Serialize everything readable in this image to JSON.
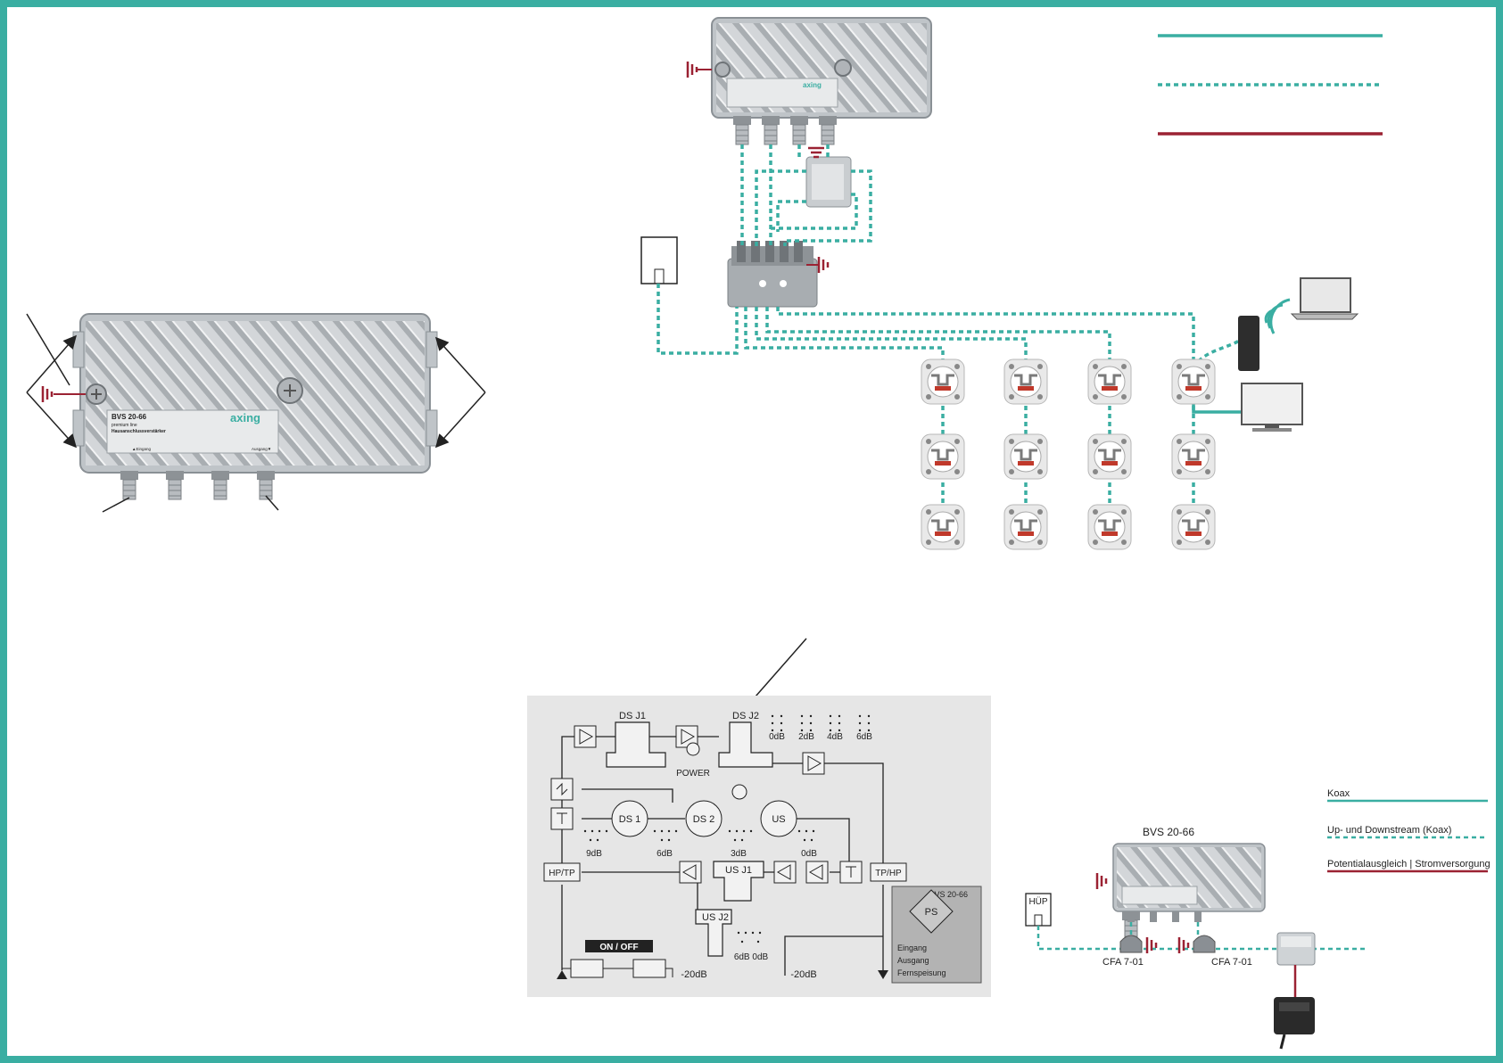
{
  "colors": {
    "border": "#3aaea2",
    "koax": "#3aaea2",
    "power": "#9b2233",
    "housing": "#cfd3d6",
    "diagram_bg": "#e6e6e6",
    "ps_box": "#b3b3b3"
  },
  "amplifier": {
    "model": "BVS 20-66",
    "subtitle": "premium line",
    "type_text": "Hausanschlussverstärker",
    "brand": "axing",
    "port_label_left": "▲Eingang",
    "port_label_right": "Ausgang▼"
  },
  "block_diagram": {
    "ds_j1": "DS J1",
    "ds_j2": "DS J2",
    "power_led": "POWER",
    "ds1": "DS 1",
    "ds2": "DS 2",
    "us": "US",
    "hp_tp": "HP/TP",
    "tp_hp": "TP/HP",
    "us_j1": "US J1",
    "us_j2": "US J2",
    "switch_label": "ON / OFF",
    "ps": "PS",
    "ps_box_title": "BVS 20-66",
    "ps_eingang": "Eingang",
    "ps_ausgang": "Ausgang",
    "ps_fernspeisung": "Fernspeisung",
    "jumper_ds2": [
      "0dB",
      "2dB",
      "4dB",
      "6dB"
    ],
    "jumper_ds1": [
      "9dB",
      "6dB"
    ],
    "jumper_mid": "3dB",
    "jumper_us": "0dB",
    "jumper_usj2": "6dB 0dB",
    "testpoint_left": "-20dB",
    "testpoint_right": "-20dB"
  },
  "wiring_small": {
    "title": "BVS 20-66",
    "hup": "HÜP",
    "cfa_left": "CFA 7-01",
    "cfa_right": "CFA 7-01"
  },
  "legend": {
    "koax": "Koax",
    "up_down": "Up- und Downstream (Koax)",
    "potential": "Potentialausgleich | Stromversorgung"
  }
}
